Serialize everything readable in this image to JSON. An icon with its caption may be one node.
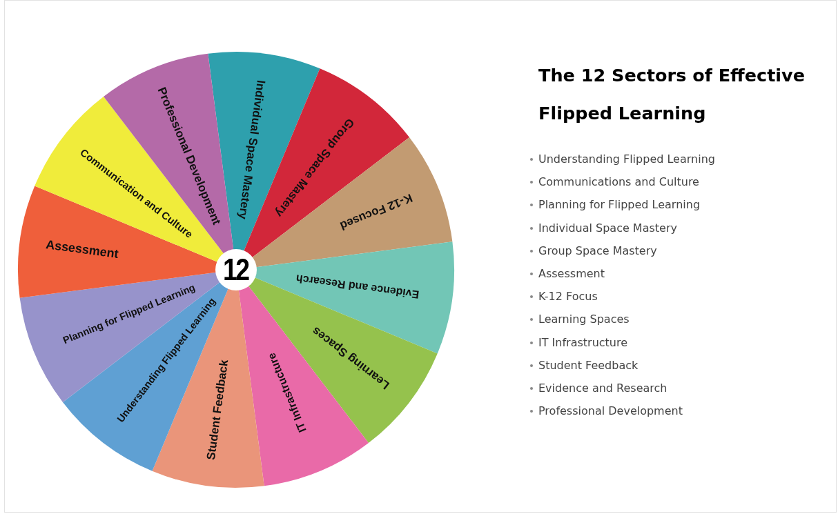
{
  "diagram": {
    "title": "The 12 Sectors of Effective Flipped Learning",
    "nodes": [
      {
        "text": [
          "12"
        ]
      },
      {
        "text": [
          "Individual Space Mastery"
        ]
      },
      {
        "text": [
          "Group Space Mastery"
        ]
      },
      {
        "text": [
          "K-12 Focused"
        ]
      },
      {
        "text": [
          "Evidence and Research"
        ]
      },
      {
        "text": [
          "Learning Spaces"
        ]
      },
      {
        "text": [
          "IT Infrastructure"
        ]
      },
      {
        "text": [
          "Student Feedback"
        ]
      },
      {
        "text": [
          "Understanding Flipped Learning"
        ]
      },
      {
        "text": [
          "Planning for Flipped Learning"
        ]
      },
      {
        "text": [
          "Assessment"
        ]
      },
      {
        "text": [
          "Communication and Culture"
        ]
      },
      {
        "text": [
          "Professional Development"
        ]
      }
    ],
    "labels": [
      "Understanding Flipped Learning",
      "Communications and Culture",
      "Planning for Flipped Learning",
      "Individual Space Mastery",
      "Group Space Mastery",
      "Assessment",
      "K-12 Focus",
      "Learning Spaces",
      "IT Infrastructure",
      "Student Feedback",
      "Evidence and Research",
      "Professional Development"
    ]
  }
}
